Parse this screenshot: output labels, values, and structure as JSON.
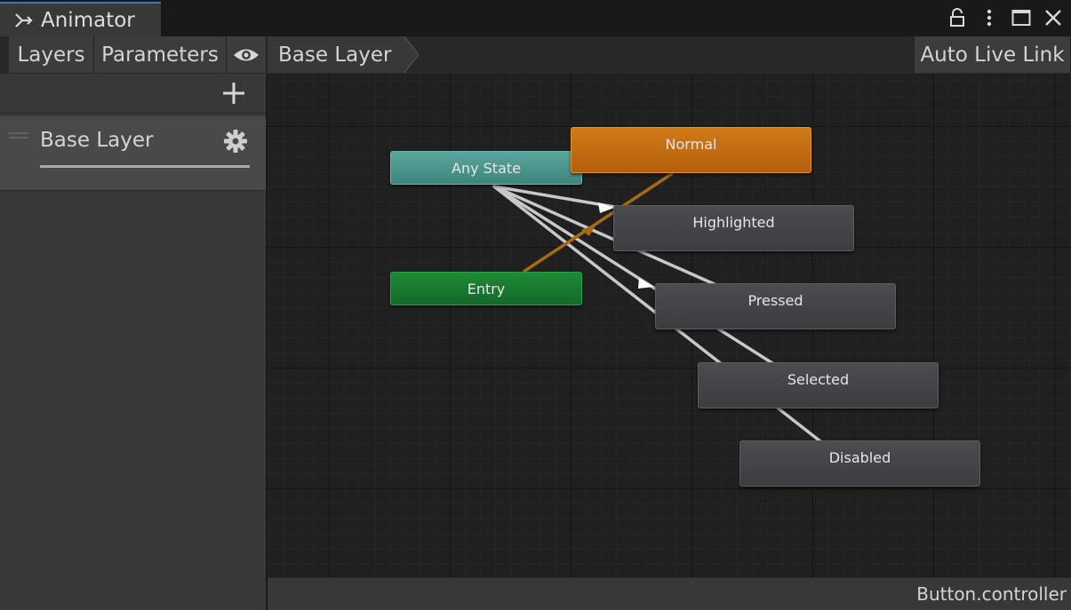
{
  "window": {
    "tab_title": "Animator",
    "tab_icon": "animator-icon",
    "controls": [
      "lock-icon",
      "more-icon",
      "maximize-icon",
      "close-icon"
    ]
  },
  "toolbar": {
    "layers_label": "Layers",
    "parameters_label": "Parameters",
    "eye_icon": "eye-icon",
    "breadcrumb": "Base Layer",
    "auto_live_link_label": "Auto Live Link"
  },
  "sidebar": {
    "add_icon": "plus-icon",
    "layers": [
      {
        "name": "Base Layer",
        "settings_icon": "gear-icon"
      }
    ]
  },
  "graph": {
    "nodes": {
      "any_state": "Any State",
      "entry": "Entry",
      "normal": "Normal",
      "highlighted": "Highlighted",
      "pressed": "Pressed",
      "selected": "Selected",
      "disabled": "Disabled"
    },
    "colors": {
      "any_state": "#4f9a91",
      "entry": "#1a7a30",
      "default_state": "#c46d12",
      "state": "#444548",
      "transition": "#c8c8c8",
      "entry_transition": "#a86a10"
    }
  },
  "status": {
    "file": "Button.controller"
  }
}
